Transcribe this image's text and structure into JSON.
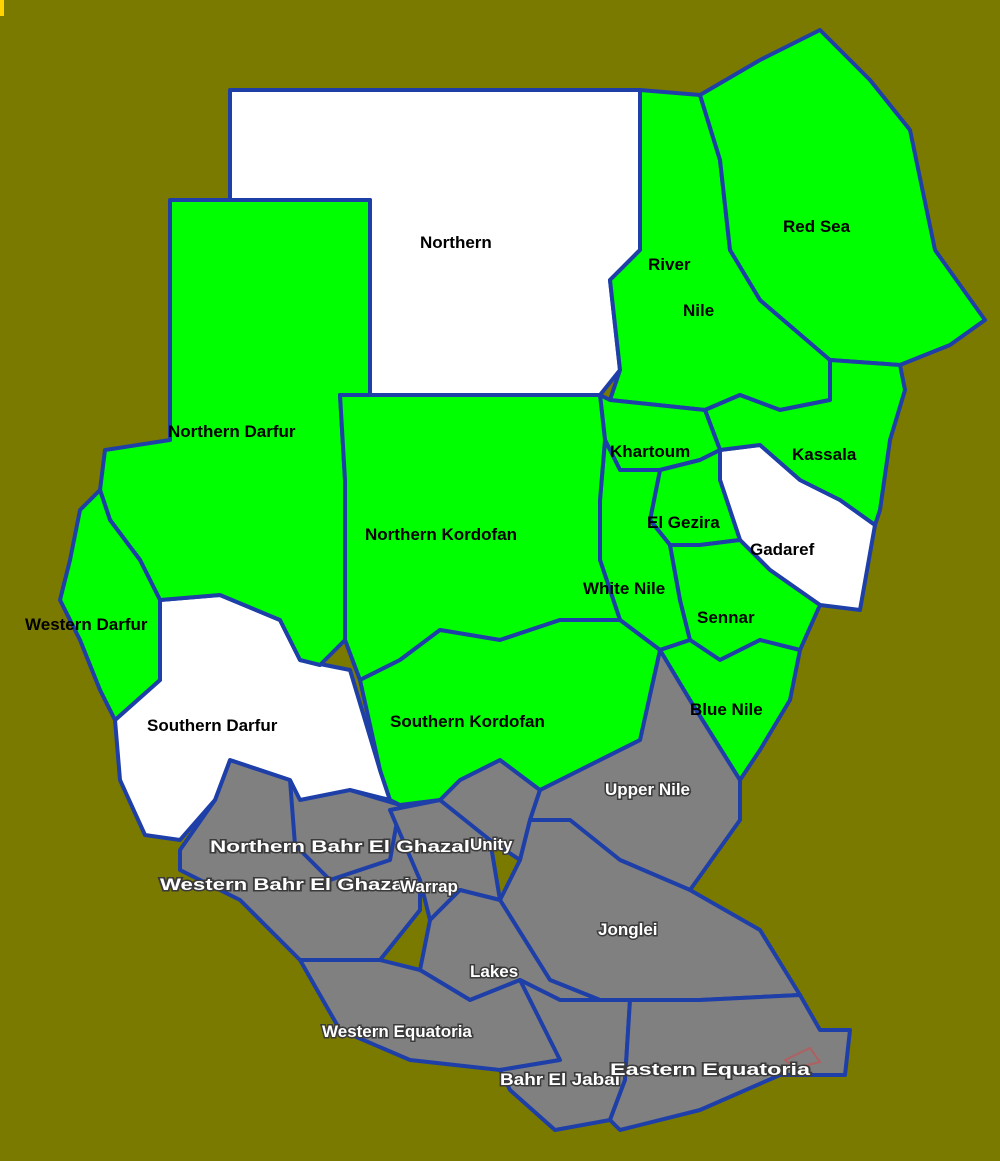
{
  "colors": {
    "background": "#7a7a00",
    "border": "#1e3fa8",
    "green": "#00ff00",
    "white": "#ffffff",
    "grey": "#808080"
  },
  "regions": [
    {
      "id": "northern",
      "label": "Northern",
      "fill": "white"
    },
    {
      "id": "river-nile",
      "label_lines": [
        "River",
        "Nile"
      ],
      "fill": "green"
    },
    {
      "id": "red-sea",
      "label": "Red Sea",
      "fill": "green"
    },
    {
      "id": "northern-darfur",
      "label": "Northern Darfur",
      "fill": "green"
    },
    {
      "id": "khartoum",
      "label": "Khartoum",
      "fill": "green"
    },
    {
      "id": "kassala",
      "label": "Kassala",
      "fill": "green"
    },
    {
      "id": "northern-kordofan",
      "label": "Northern Kordofan",
      "fill": "green"
    },
    {
      "id": "el-gezira",
      "label": "El Gezira",
      "fill": "green"
    },
    {
      "id": "gadaref",
      "label": "Gadaref",
      "fill": "white"
    },
    {
      "id": "white-nile",
      "label": "White Nile",
      "fill": "green"
    },
    {
      "id": "sennar",
      "label": "Sennar",
      "fill": "green"
    },
    {
      "id": "western-darfur",
      "label": "Western Darfur",
      "fill": "green"
    },
    {
      "id": "southern-darfur",
      "label": "Southern Darfur",
      "fill": "white"
    },
    {
      "id": "southern-kordofan",
      "label": "Southern Kordofan",
      "fill": "green"
    },
    {
      "id": "blue-nile",
      "label": "Blue Nile",
      "fill": "green"
    },
    {
      "id": "upper-nile",
      "label": "Upper Nile",
      "fill": "grey"
    },
    {
      "id": "northern-bahr-el-ghazal",
      "label": "Northern Bahr El Ghazal",
      "fill": "grey"
    },
    {
      "id": "unity",
      "label": "Unity",
      "fill": "grey"
    },
    {
      "id": "western-bahr-el-ghazal",
      "label": "Western Bahr El Ghazal",
      "fill": "grey"
    },
    {
      "id": "warrap",
      "label": "Warrap",
      "fill": "grey"
    },
    {
      "id": "jonglei",
      "label": "Jonglei",
      "fill": "grey"
    },
    {
      "id": "lakes",
      "label": "Lakes",
      "fill": "grey"
    },
    {
      "id": "western-equatoria",
      "label": "Western Equatoria",
      "fill": "grey"
    },
    {
      "id": "bahr-el-jabal",
      "label": "Bahr El Jabal",
      "fill": "grey"
    },
    {
      "id": "eastern-equatoria",
      "label": "Eastern Equatoria",
      "fill": "grey"
    }
  ]
}
